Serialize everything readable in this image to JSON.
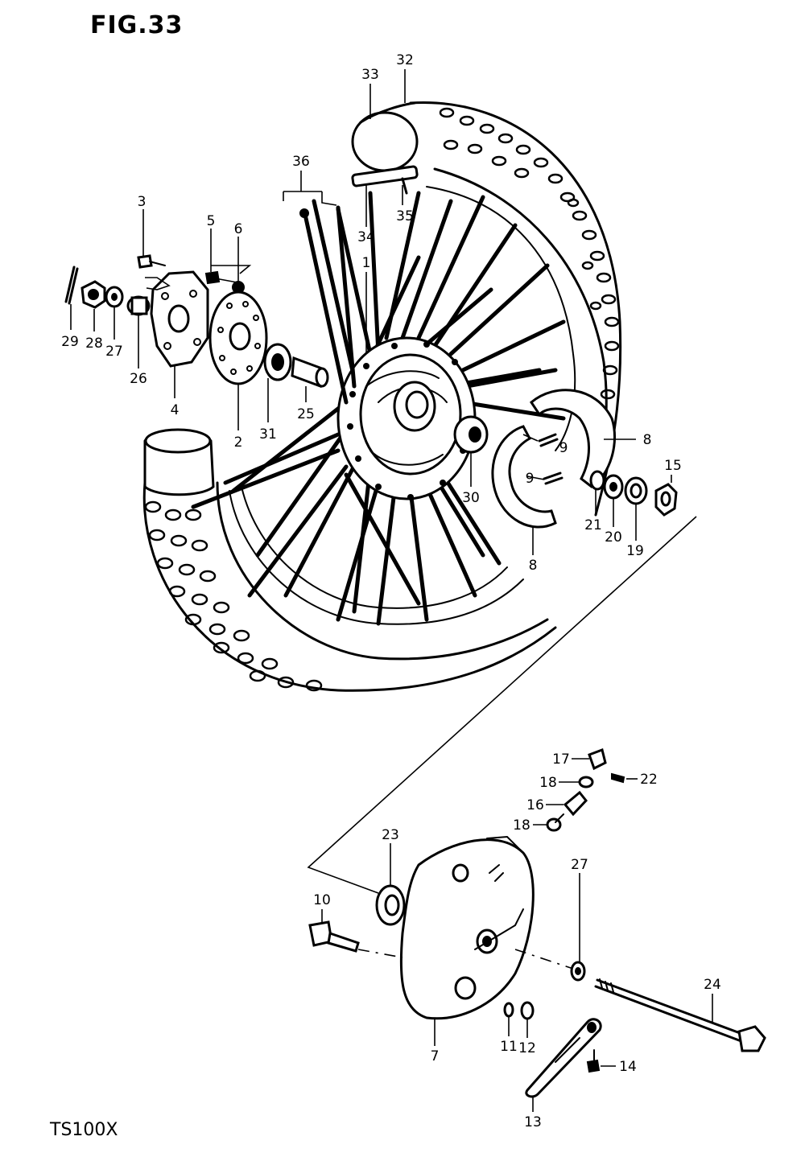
{
  "figure": {
    "title": "FIG.33",
    "model": "TS100X"
  },
  "callouts": [
    {
      "id": "c32",
      "label": "32"
    },
    {
      "id": "c33",
      "label": "33"
    },
    {
      "id": "c36",
      "label": "36"
    },
    {
      "id": "c34",
      "label": "34"
    },
    {
      "id": "c35",
      "label": "35"
    },
    {
      "id": "c1",
      "label": "1"
    },
    {
      "id": "c3",
      "label": "3"
    },
    {
      "id": "c5",
      "label": "5"
    },
    {
      "id": "c6",
      "label": "6"
    },
    {
      "id": "c29",
      "label": "29"
    },
    {
      "id": "c28",
      "label": "28"
    },
    {
      "id": "c27a",
      "label": "27"
    },
    {
      "id": "c26",
      "label": "26"
    },
    {
      "id": "c4",
      "label": "4"
    },
    {
      "id": "c2",
      "label": "2"
    },
    {
      "id": "c31",
      "label": "31"
    },
    {
      "id": "c25",
      "label": "25"
    },
    {
      "id": "c30",
      "label": "30"
    },
    {
      "id": "c9a",
      "label": "9"
    },
    {
      "id": "c9b",
      "label": "9"
    },
    {
      "id": "c8a",
      "label": "8"
    },
    {
      "id": "c8b",
      "label": "8"
    },
    {
      "id": "c15",
      "label": "15"
    },
    {
      "id": "c21",
      "label": "21"
    },
    {
      "id": "c20",
      "label": "20"
    },
    {
      "id": "c19",
      "label": "19"
    },
    {
      "id": "c17",
      "label": "17"
    },
    {
      "id": "c22",
      "label": "22"
    },
    {
      "id": "c18a",
      "label": "18"
    },
    {
      "id": "c16",
      "label": "16"
    },
    {
      "id": "c18b",
      "label": "18"
    },
    {
      "id": "c23",
      "label": "23"
    },
    {
      "id": "c10",
      "label": "10"
    },
    {
      "id": "c27b",
      "label": "27"
    },
    {
      "id": "c24",
      "label": "24"
    },
    {
      "id": "c11",
      "label": "11"
    },
    {
      "id": "c12",
      "label": "12"
    },
    {
      "id": "c7",
      "label": "7"
    },
    {
      "id": "c14",
      "label": "14"
    },
    {
      "id": "c13",
      "label": "13"
    }
  ]
}
